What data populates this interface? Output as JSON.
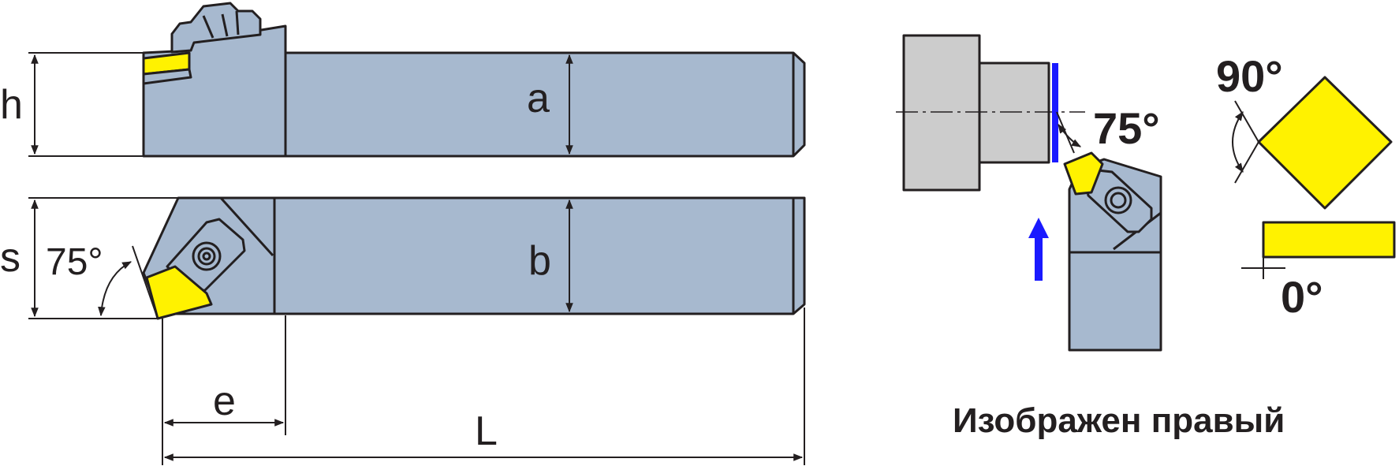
{
  "labels": {
    "h": "h",
    "a": "a",
    "s": "s",
    "b": "b",
    "e": "e",
    "L": "L",
    "angle_top_view": "75°",
    "angle_side_view": "75°",
    "insert_corner_angle": "90°",
    "clearance_angle": "0°"
  },
  "caption": "Изображен правый",
  "colors": {
    "holder_body": "#a7b9cf",
    "insert": "#fff200",
    "workpiece": "#cccccc",
    "feed_arrow": "#1a1aff",
    "machined_face": "#1a1aff",
    "outline": "#231f20"
  }
}
